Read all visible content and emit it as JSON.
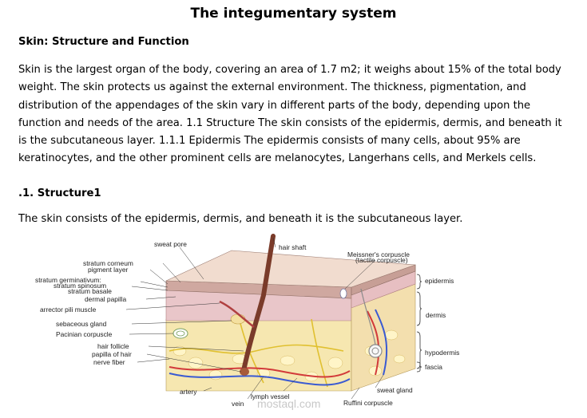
{
  "title": "The integumentary system",
  "section_heading": "Skin: Structure and Function",
  "paragraph": "Skin is the largest organ of the body, covering an area of 1.7 m2; it weighs about 15% of the total body weight. The skin protects us against the external environment. The thickness, pigmentation, and distribution of the appendages of the skin vary in different parts of the body, depending upon the function and needs of the area. 1.1 Structure The skin consists of the epidermis, dermis, and beneath it is the subcutaneous layer. 1.1.1 Epidermis The epidermis consists of many cells, about 95% are keratinocytes, and the other prominent cells are melanocytes, Langerhans cells, and Merkels cells.",
  "sub_heading": ".1. Structure1",
  "paragraph2": "The skin consists of the epidermis, dermis, and beneath it is the subcutaneous layer.",
  "figure": {
    "labels": {
      "sweat_pore": "sweat pore",
      "hair_shaft": "hair shaft",
      "meissners_1": "Meissner's corpuscle",
      "meissners_2": "(tactile corpuscle)",
      "stratum_corneum": "stratum corneum",
      "pigment_layer": "pigment layer",
      "stratum_germinativum": "stratum germinativum:",
      "stratum_spinosum": "stratum spinosum",
      "stratum_basale": "stratum basale",
      "dermal_papilla": "dermal papilla",
      "arrector_pili": "arrector pili muscle",
      "sebaceous_gland": "sebaceous gland",
      "pacinian_corpuscle": "Pacinian corpuscle",
      "hair_follicle": "hair follicle",
      "papilla_of_hair": "papilla of hair",
      "nerve_fiber": "nerve fiber",
      "epidermis": "epidermis",
      "dermis": "dermis",
      "hypodermis": "hypodermis",
      "fascia": "fascia",
      "artery": "artery",
      "vein": "vein",
      "lymph_vessel": "lymph vessel",
      "sweat_gland": "sweat gland",
      "ruffini_corpuscle": "Ruffini corpuscle",
      "watermark": "mostaql.com"
    }
  }
}
